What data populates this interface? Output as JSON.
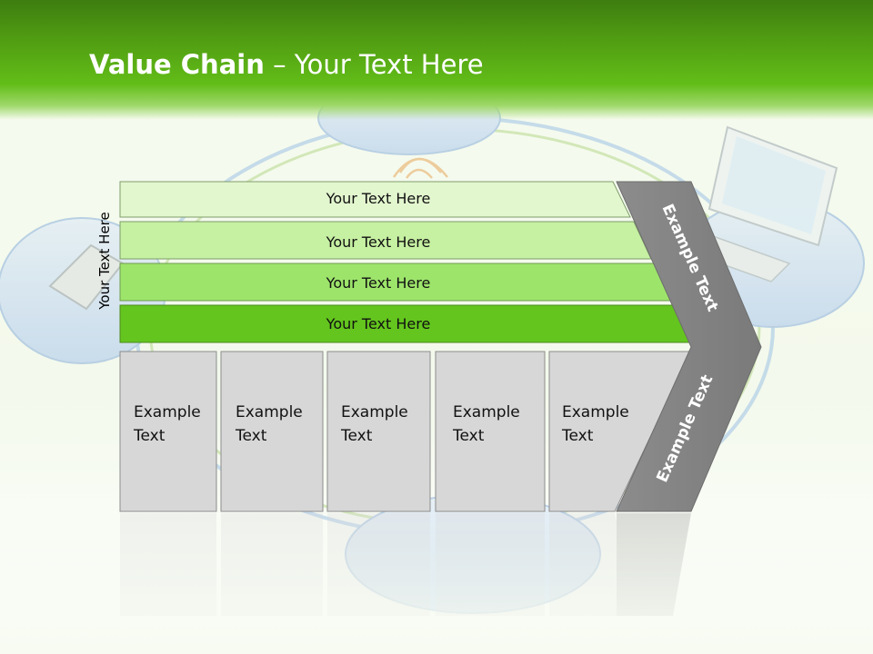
{
  "title": {
    "bold": "Value Chain",
    "rest": " – Your Text Here"
  },
  "side_label": "Your Text Here",
  "support_activities": [
    "Your Text Here",
    "Your Text Here",
    "Your Text Here",
    "Your Text Here"
  ],
  "primary_activities": [
    {
      "line1": "Example",
      "line2": "Text"
    },
    {
      "line1": "Example",
      "line2": "Text"
    },
    {
      "line1": "Example",
      "line2": "Text"
    },
    {
      "line1": "Example",
      "line2": "Text"
    },
    {
      "line1": "Example",
      "line2": "Text"
    }
  ],
  "margin": {
    "top": "Example Text",
    "bottom": "Example Text"
  },
  "colors": {
    "header_green": "#62bd18",
    "support_bar_1": "#e3f7cf",
    "support_bar_2": "#c6f0a2",
    "support_bar_3": "#9de46b",
    "support_bar_4": "#63c51d",
    "primary_box": "#d7d7d7",
    "chevron": "#8c8c8c"
  }
}
